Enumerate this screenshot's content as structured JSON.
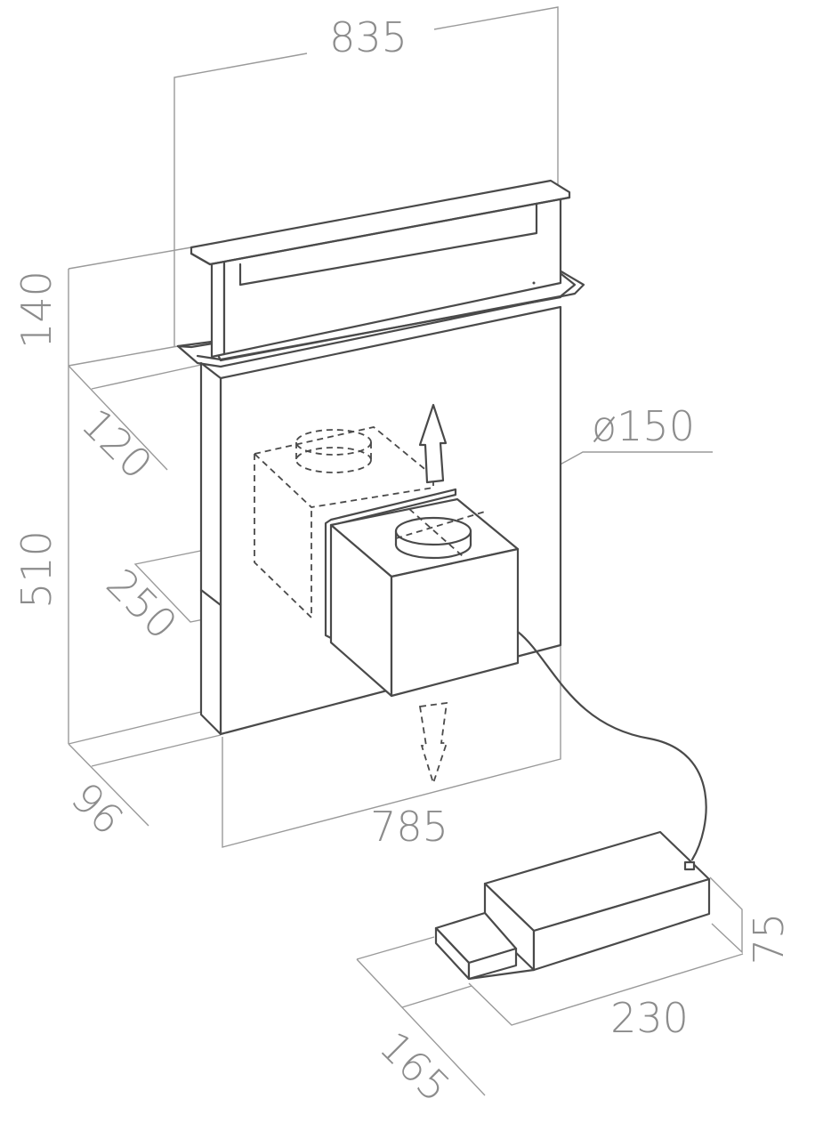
{
  "dimensions": {
    "width_top": "835",
    "panel_height": "140",
    "depth_top": "120",
    "body_height": "510",
    "motor_depth": "250",
    "duct_diameter": "ø150",
    "base_depth": "96",
    "base_width": "785",
    "filter_height": "75",
    "filter_width": "230",
    "filter_depth": "165"
  },
  "colors": {
    "outline": "#4a4a4a",
    "dimension_line": "#9a9a9a",
    "label": "#8c8c8c"
  }
}
